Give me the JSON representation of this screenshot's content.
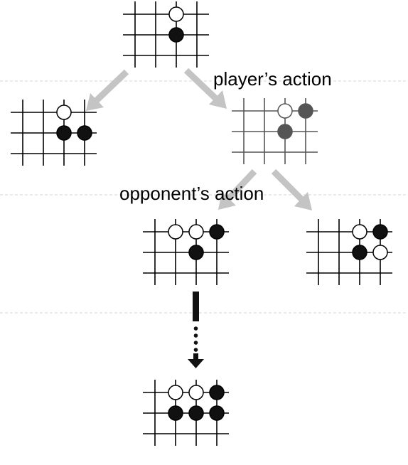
{
  "labels": {
    "player_action": "player’s action",
    "opponent_action": "opponent’s action"
  },
  "colors": {
    "background": "#ffffff",
    "grid_line": "#000000",
    "grid_line_faded": "#555555",
    "black_stone": "#111111",
    "white_stone": "#ffffff",
    "faded_black_stone": "#555555",
    "gray_arrow": "#c4c4c4",
    "dashed_separator": "#d6d6d6",
    "sequence_arrow": "#111111"
  },
  "boards": [
    {
      "id": "root",
      "faded": false,
      "stones": [
        {
          "row": 0,
          "col": 1,
          "color": "white"
        },
        {
          "row": 1,
          "col": 1,
          "color": "black"
        }
      ]
    },
    {
      "id": "left-child",
      "faded": false,
      "stones": [
        {
          "row": 0,
          "col": 1,
          "color": "white"
        },
        {
          "row": 1,
          "col": 1,
          "color": "black"
        },
        {
          "row": 1,
          "col": 2,
          "color": "black"
        }
      ]
    },
    {
      "id": "player-choice",
      "faded": true,
      "stones": [
        {
          "row": 0,
          "col": 1,
          "color": "white"
        },
        {
          "row": 0,
          "col": 2,
          "color": "black"
        },
        {
          "row": 1,
          "col": 1,
          "color": "black"
        }
      ]
    },
    {
      "id": "opponent-left",
      "faded": false,
      "stones": [
        {
          "row": 0,
          "col": 0,
          "color": "white"
        },
        {
          "row": 0,
          "col": 1,
          "color": "white"
        },
        {
          "row": 0,
          "col": 2,
          "color": "black"
        },
        {
          "row": 1,
          "col": 1,
          "color": "black"
        }
      ]
    },
    {
      "id": "opponent-right",
      "faded": false,
      "stones": [
        {
          "row": 0,
          "col": 1,
          "color": "white"
        },
        {
          "row": 0,
          "col": 2,
          "color": "black"
        },
        {
          "row": 1,
          "col": 1,
          "color": "black"
        },
        {
          "row": 1,
          "col": 2,
          "color": "white"
        }
      ]
    },
    {
      "id": "final",
      "faded": false,
      "stones": [
        {
          "row": 0,
          "col": 0,
          "color": "white"
        },
        {
          "row": 0,
          "col": 1,
          "color": "white"
        },
        {
          "row": 0,
          "col": 2,
          "color": "black"
        },
        {
          "row": 1,
          "col": 0,
          "color": "black"
        },
        {
          "row": 1,
          "col": 1,
          "color": "black"
        },
        {
          "row": 1,
          "col": 2,
          "color": "black"
        }
      ]
    }
  ],
  "arrows": [
    {
      "id": "root-to-left",
      "from": "root",
      "to": "left-child",
      "style": "gray"
    },
    {
      "id": "root-to-player",
      "from": "root",
      "to": "player-choice",
      "style": "gray"
    },
    {
      "id": "player-to-opp-left",
      "from": "player-choice",
      "to": "opponent-left",
      "style": "gray"
    },
    {
      "id": "player-to-opp-right",
      "from": "player-choice",
      "to": "opponent-right",
      "style": "gray"
    },
    {
      "id": "opp-left-to-final",
      "from": "opponent-left",
      "to": "final",
      "style": "sequence"
    }
  ]
}
